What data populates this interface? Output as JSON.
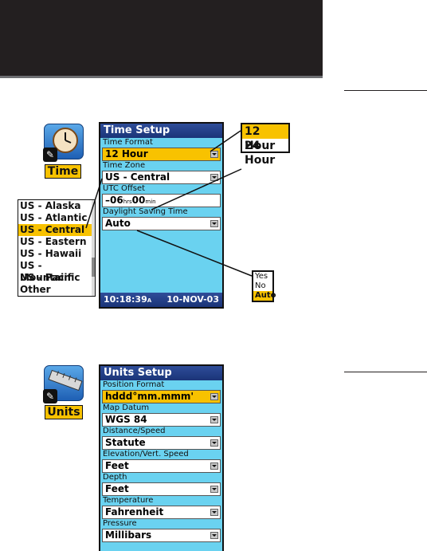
{
  "time_icon": {
    "label": "Time"
  },
  "units_icon": {
    "label": "Units"
  },
  "time_setup": {
    "title": "Time Setup",
    "fields": [
      {
        "label": "Time Format",
        "value": "12 Hour"
      },
      {
        "label": "Time Zone",
        "value": "US - Central"
      },
      {
        "label": "UTC Offset",
        "value": ""
      },
      {
        "label": "Daylight Saving Time",
        "value": "Auto"
      }
    ],
    "utc_offset": {
      "hours": "–06",
      "hrs_unit": "hrs",
      "minutes": "00",
      "min_unit": "min"
    },
    "status": {
      "time": "10:18:39",
      "ampm": "A",
      "date": "10-NOV-03"
    }
  },
  "time_format_popup": {
    "options": [
      "12 Hour",
      "24 Hour"
    ]
  },
  "timezone_popup": {
    "options": [
      "US - Alaska",
      "US - Atlantic",
      "US - Central",
      "US - Eastern",
      "US - Hawaii",
      "US - Mountain",
      "US - Pacific",
      "Other"
    ]
  },
  "dst_popup": {
    "options": [
      "Yes",
      "No",
      "Auto"
    ]
  },
  "units_setup": {
    "title": "Units Setup",
    "fields": [
      {
        "label": "Position Format",
        "value": "hddd°mm.mmm'"
      },
      {
        "label": "Map Datum",
        "value": "WGS 84"
      },
      {
        "label": "Distance/Speed",
        "value": "Statute"
      },
      {
        "label": "Elevation/Vert. Speed",
        "value": "Feet"
      },
      {
        "label": "Depth",
        "value": "Feet"
      },
      {
        "label": "Temperature",
        "value": "Fahrenheit"
      },
      {
        "label": "Pressure",
        "value": "Millibars"
      }
    ]
  },
  "colors": {
    "screen_bg": "#6ad2f0",
    "title_bar": "#1a3478",
    "highlight": "#f8c200",
    "page_header": "#231f20"
  }
}
